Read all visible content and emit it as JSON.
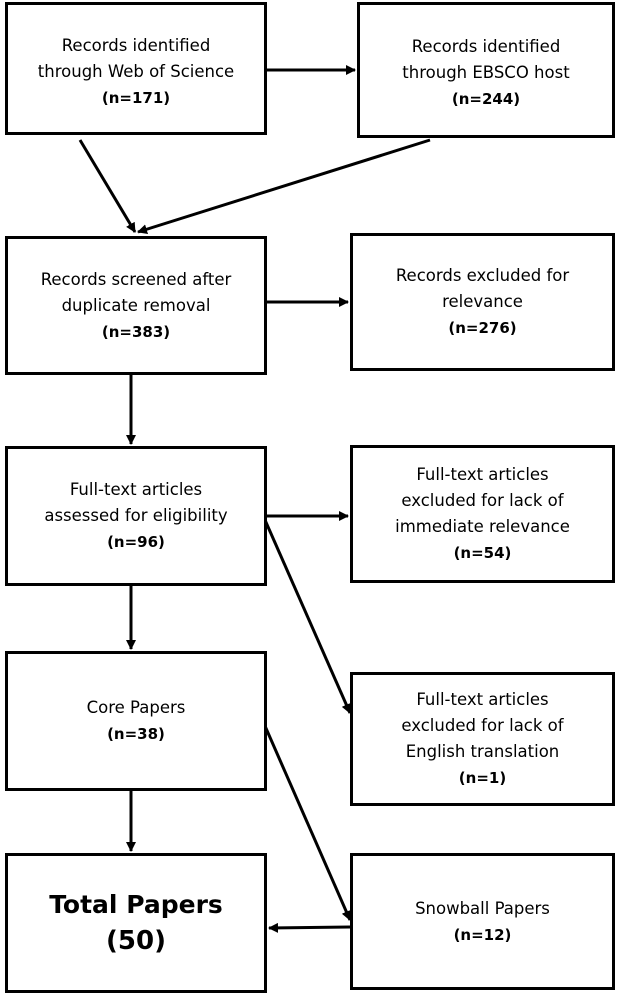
{
  "boxes": {
    "web_of_science": {
      "line1": "Records identified",
      "line2": "through Web of Science",
      "count": "(n=171)"
    },
    "ebsco": {
      "line1": "Records identified",
      "line2": "through EBSCO host",
      "count": "(n=244)"
    },
    "screened": {
      "line1": "Records screened after",
      "line2": "duplicate removal",
      "count": "(n=383)"
    },
    "excluded_relevance": {
      "line1": "Records excluded for",
      "line2": "relevance",
      "count": "(n=276)"
    },
    "full_text": {
      "line1": "Full-text articles",
      "line2": "assessed for eligibility",
      "count": "(n=96)"
    },
    "excluded_immediate": {
      "line1": "Full-text articles",
      "line2": "excluded for lack of",
      "line3": "immediate relevance",
      "count": "(n=54)"
    },
    "core": {
      "line1": "Core Papers",
      "count": "(n=38)"
    },
    "excluded_english": {
      "line1": "Full-text articles",
      "line2": "excluded for lack of",
      "line3": "English translation",
      "count": "(n=1)"
    },
    "total": {
      "line1": "Total Papers",
      "line2": "(50)"
    },
    "snowball": {
      "line1": "Snowball Papers",
      "count": "(n=12)"
    }
  }
}
